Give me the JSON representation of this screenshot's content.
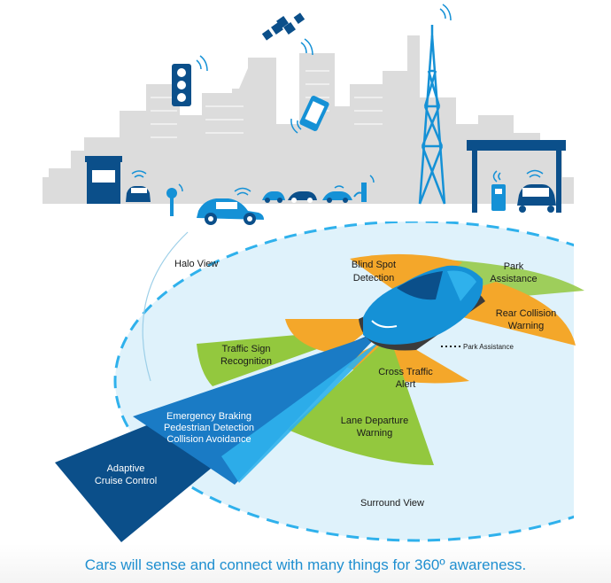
{
  "colors": {
    "city_grey": "#dcdcdc",
    "dark_blue": "#0b4f8a",
    "mid_blue": "#1591d6",
    "light_blue": "#2fb1ec",
    "green": "#93c83e",
    "orange": "#f4a72a",
    "halo": "#dff2fb",
    "road": "#3b3b3b"
  },
  "icons": [
    "traffic-light-icon",
    "satellite-icon",
    "smartphone-icon",
    "radio-tower-icon",
    "gas-station-icon",
    "parking-meter-icon",
    "toll-booth-icon",
    "car-icon",
    "wifi-signal-icon"
  ],
  "labels": {
    "halo_view": "Halo View",
    "blind_spot_1": "Blind Spot",
    "blind_spot_2": "Detection",
    "park_1": "Park",
    "park_2": "Assistance",
    "rear_collision_1": "Rear Collision",
    "rear_collision_2": "Warning",
    "park_assistance_small": "Park Assistance",
    "traffic_sign_1": "Traffic Sign",
    "traffic_sign_2": "Recognition",
    "cross_traffic_1": "Cross Traffic",
    "cross_traffic_2": "Alert",
    "emergency_1": "Emergency Braking",
    "emergency_2": "Pedestrian Detection",
    "emergency_3": "Collision Avoidance",
    "lane_departure_1": "Lane Departure",
    "lane_departure_2": "Warning",
    "adaptive_1": "Adaptive",
    "adaptive_2": "Cruise Control",
    "surround_view": "Surround View"
  },
  "caption": "Cars will sense and connect with many things for 360º awareness."
}
